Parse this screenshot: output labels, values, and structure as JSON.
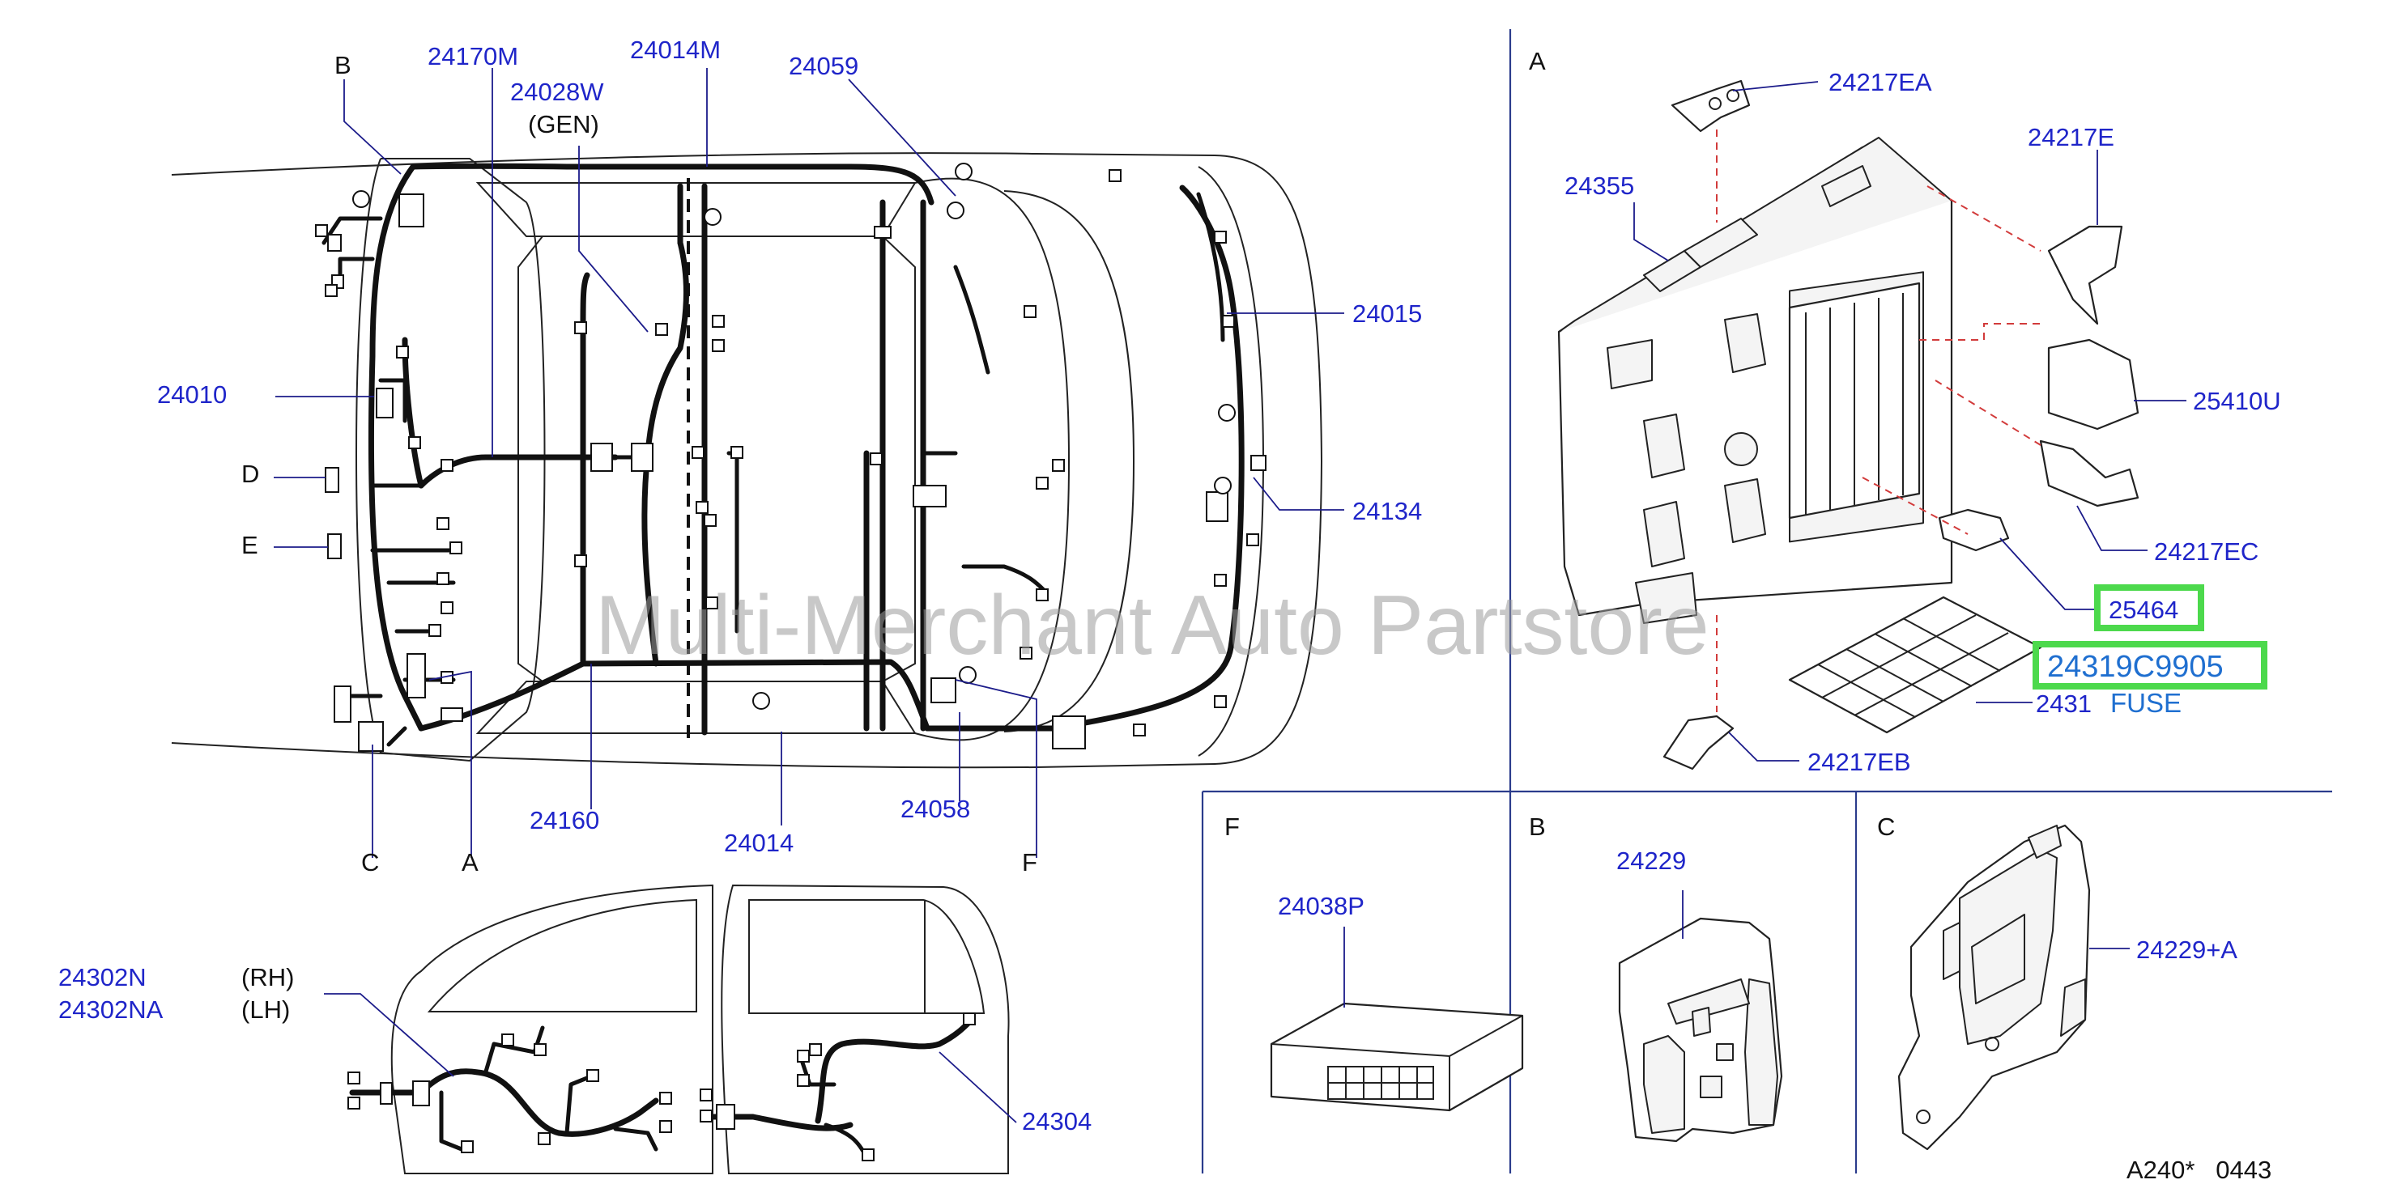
{
  "watermark": "Multi-Merchant Auto Partstore",
  "sections": {
    "a": "A",
    "b": "B",
    "c": "C",
    "d": "D",
    "e": "E",
    "f": "F"
  },
  "car_parts": {
    "p24170M": "24170M",
    "p24014M": "24014M",
    "p24028W": "24028W",
    "gen": "(GEN)",
    "p24059": "24059",
    "p24015": "24015",
    "p24010": "24010",
    "p24134": "24134",
    "p24160": "24160",
    "p24014": "24014",
    "p24058": "24058"
  },
  "door_parts": {
    "p24302N": "24302N",
    "p24302NA": "24302NA",
    "rh": "(RH)",
    "lh": "(LH)",
    "p24304": "24304"
  },
  "panel_a_parts": {
    "p24217EA": "24217EA",
    "p24217E": "24217E",
    "p24355": "24355",
    "p25410U": "25410U",
    "p24217EC": "24217EC",
    "p25464": "25464",
    "p24319C9905": "24319C9905",
    "fuse": "FUSE",
    "p2431": "2431",
    "p24217EB": "24217EB"
  },
  "panel_f_parts": {
    "p24038P": "24038P"
  },
  "panel_b_parts": {
    "p24229": "24229"
  },
  "panel_c_parts": {
    "p24229A": "24229+A"
  },
  "diagram_code": "A240*   0443",
  "colors": {
    "part_number": "#1f25c9",
    "highlight_box": "#4cd94c",
    "highlight_text": "#1f6fd0",
    "dashed_line": "#d23b3b",
    "separator": "#2b3c8c"
  }
}
